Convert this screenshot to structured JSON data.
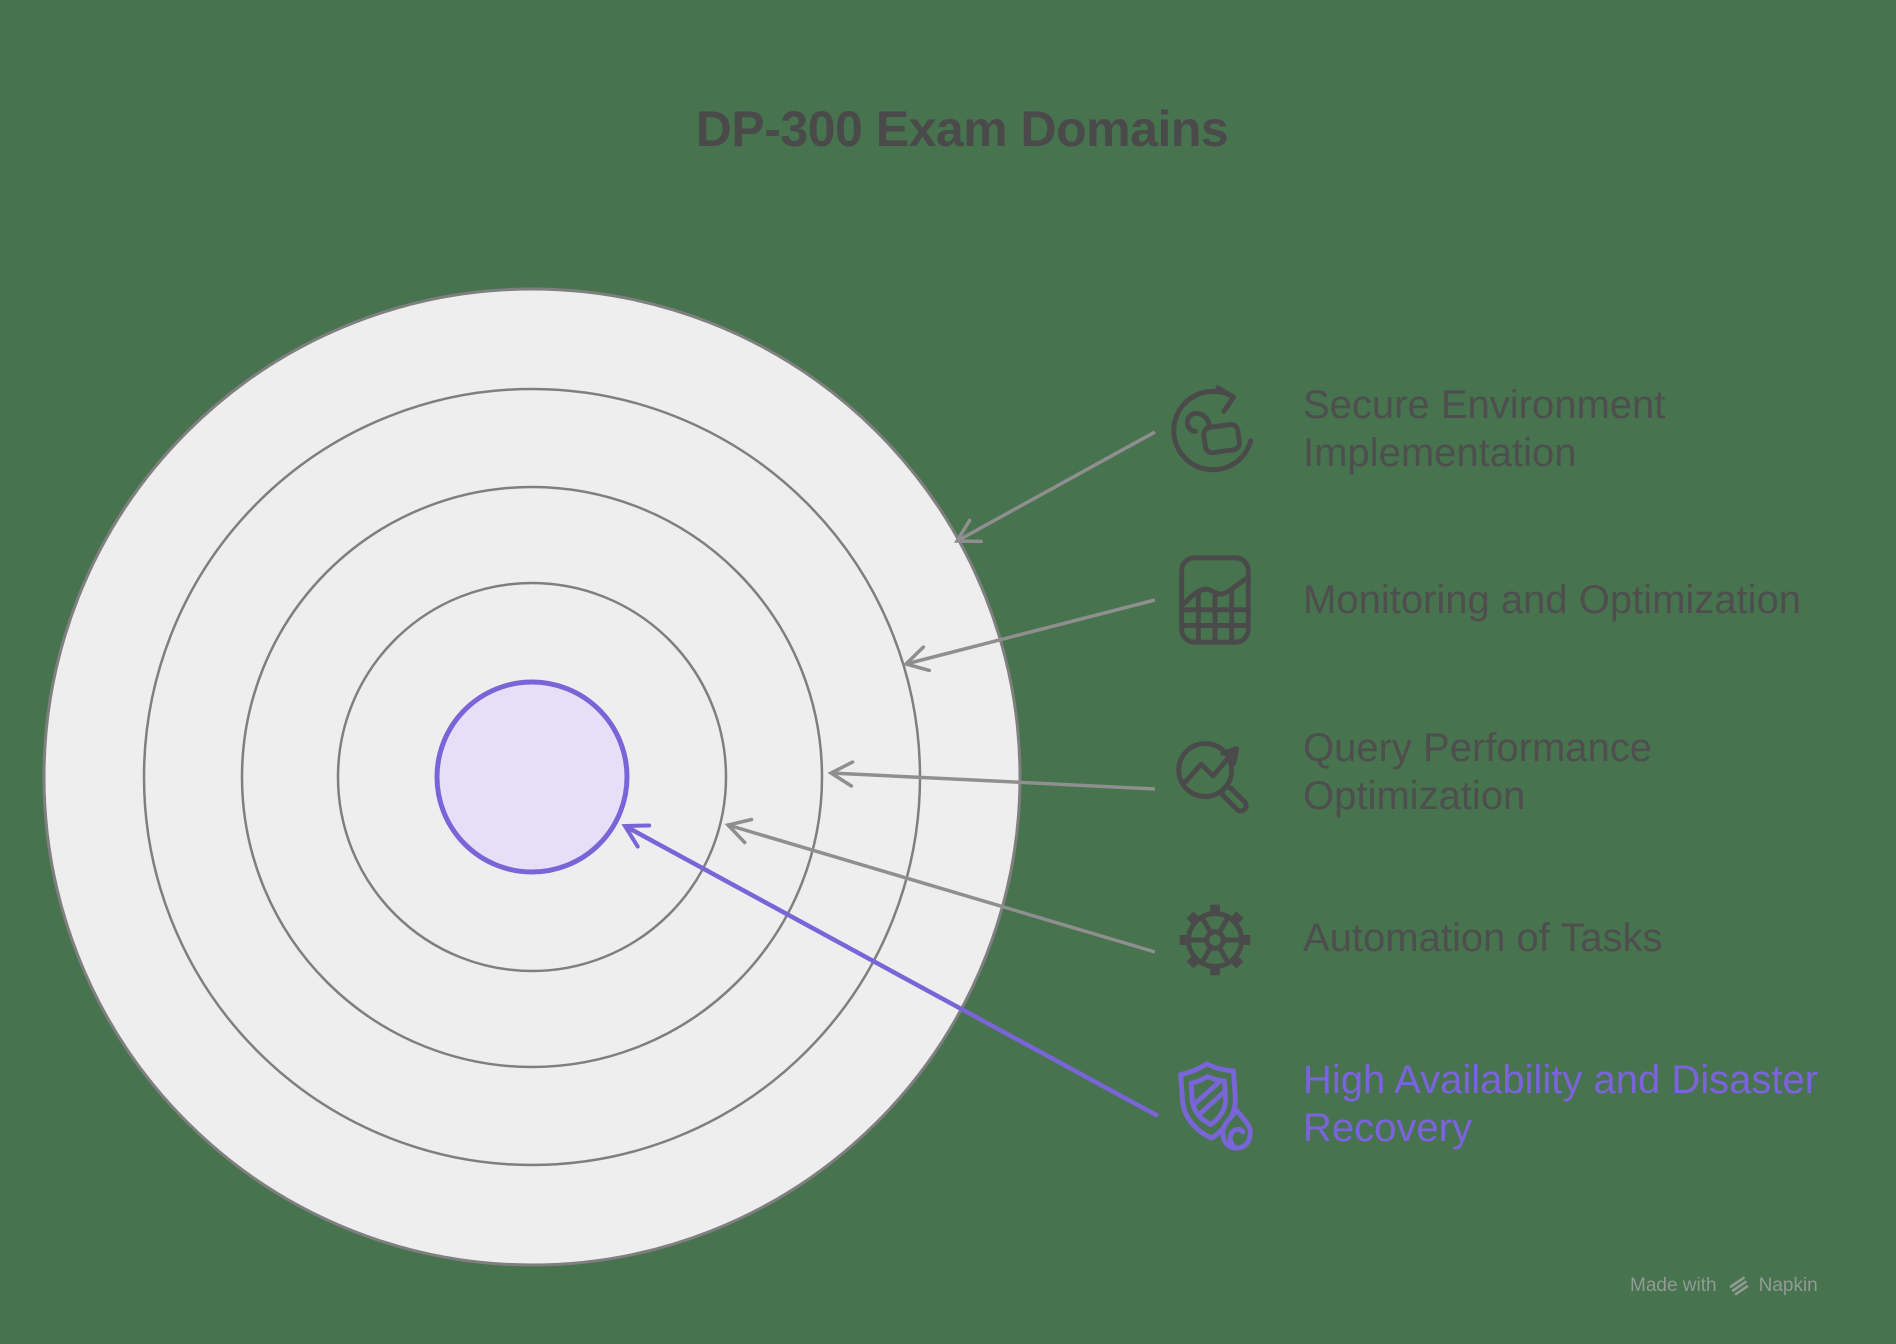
{
  "title": "DP-300 Exam Domains",
  "colors": {
    "background": "#47734E",
    "ring_fill": "#EEEEEE",
    "ring_stroke": "#7F7F7F",
    "arrow_gray": "#8F8F8F",
    "accent_purple": "#7A65D8",
    "accent_light_fill": "#E6DFF8",
    "accent_text_purple": "#7C63DE",
    "text_dark": "#4E4E4E",
    "icon_dark": "#4A4A4A",
    "watermark_gray": "#919B93"
  },
  "bullseye": {
    "levels": 5,
    "highlighted_level": "center"
  },
  "items": [
    {
      "label": "Secure Environment Implementation",
      "icon": "refresh-unlock-icon",
      "accent": false
    },
    {
      "label": "Monitoring and Optimization",
      "icon": "chart-grid-icon",
      "accent": false
    },
    {
      "label": "Query Performance Optimization",
      "icon": "magnifier-trend-icon",
      "accent": false
    },
    {
      "label": "Automation of Tasks",
      "icon": "gear-icon",
      "accent": false
    },
    {
      "label": "High Availability and Disaster Recovery",
      "icon": "shield-flame-icon",
      "accent": true
    }
  ],
  "watermark": {
    "prefix": "Made with",
    "brand": "Napkin"
  }
}
